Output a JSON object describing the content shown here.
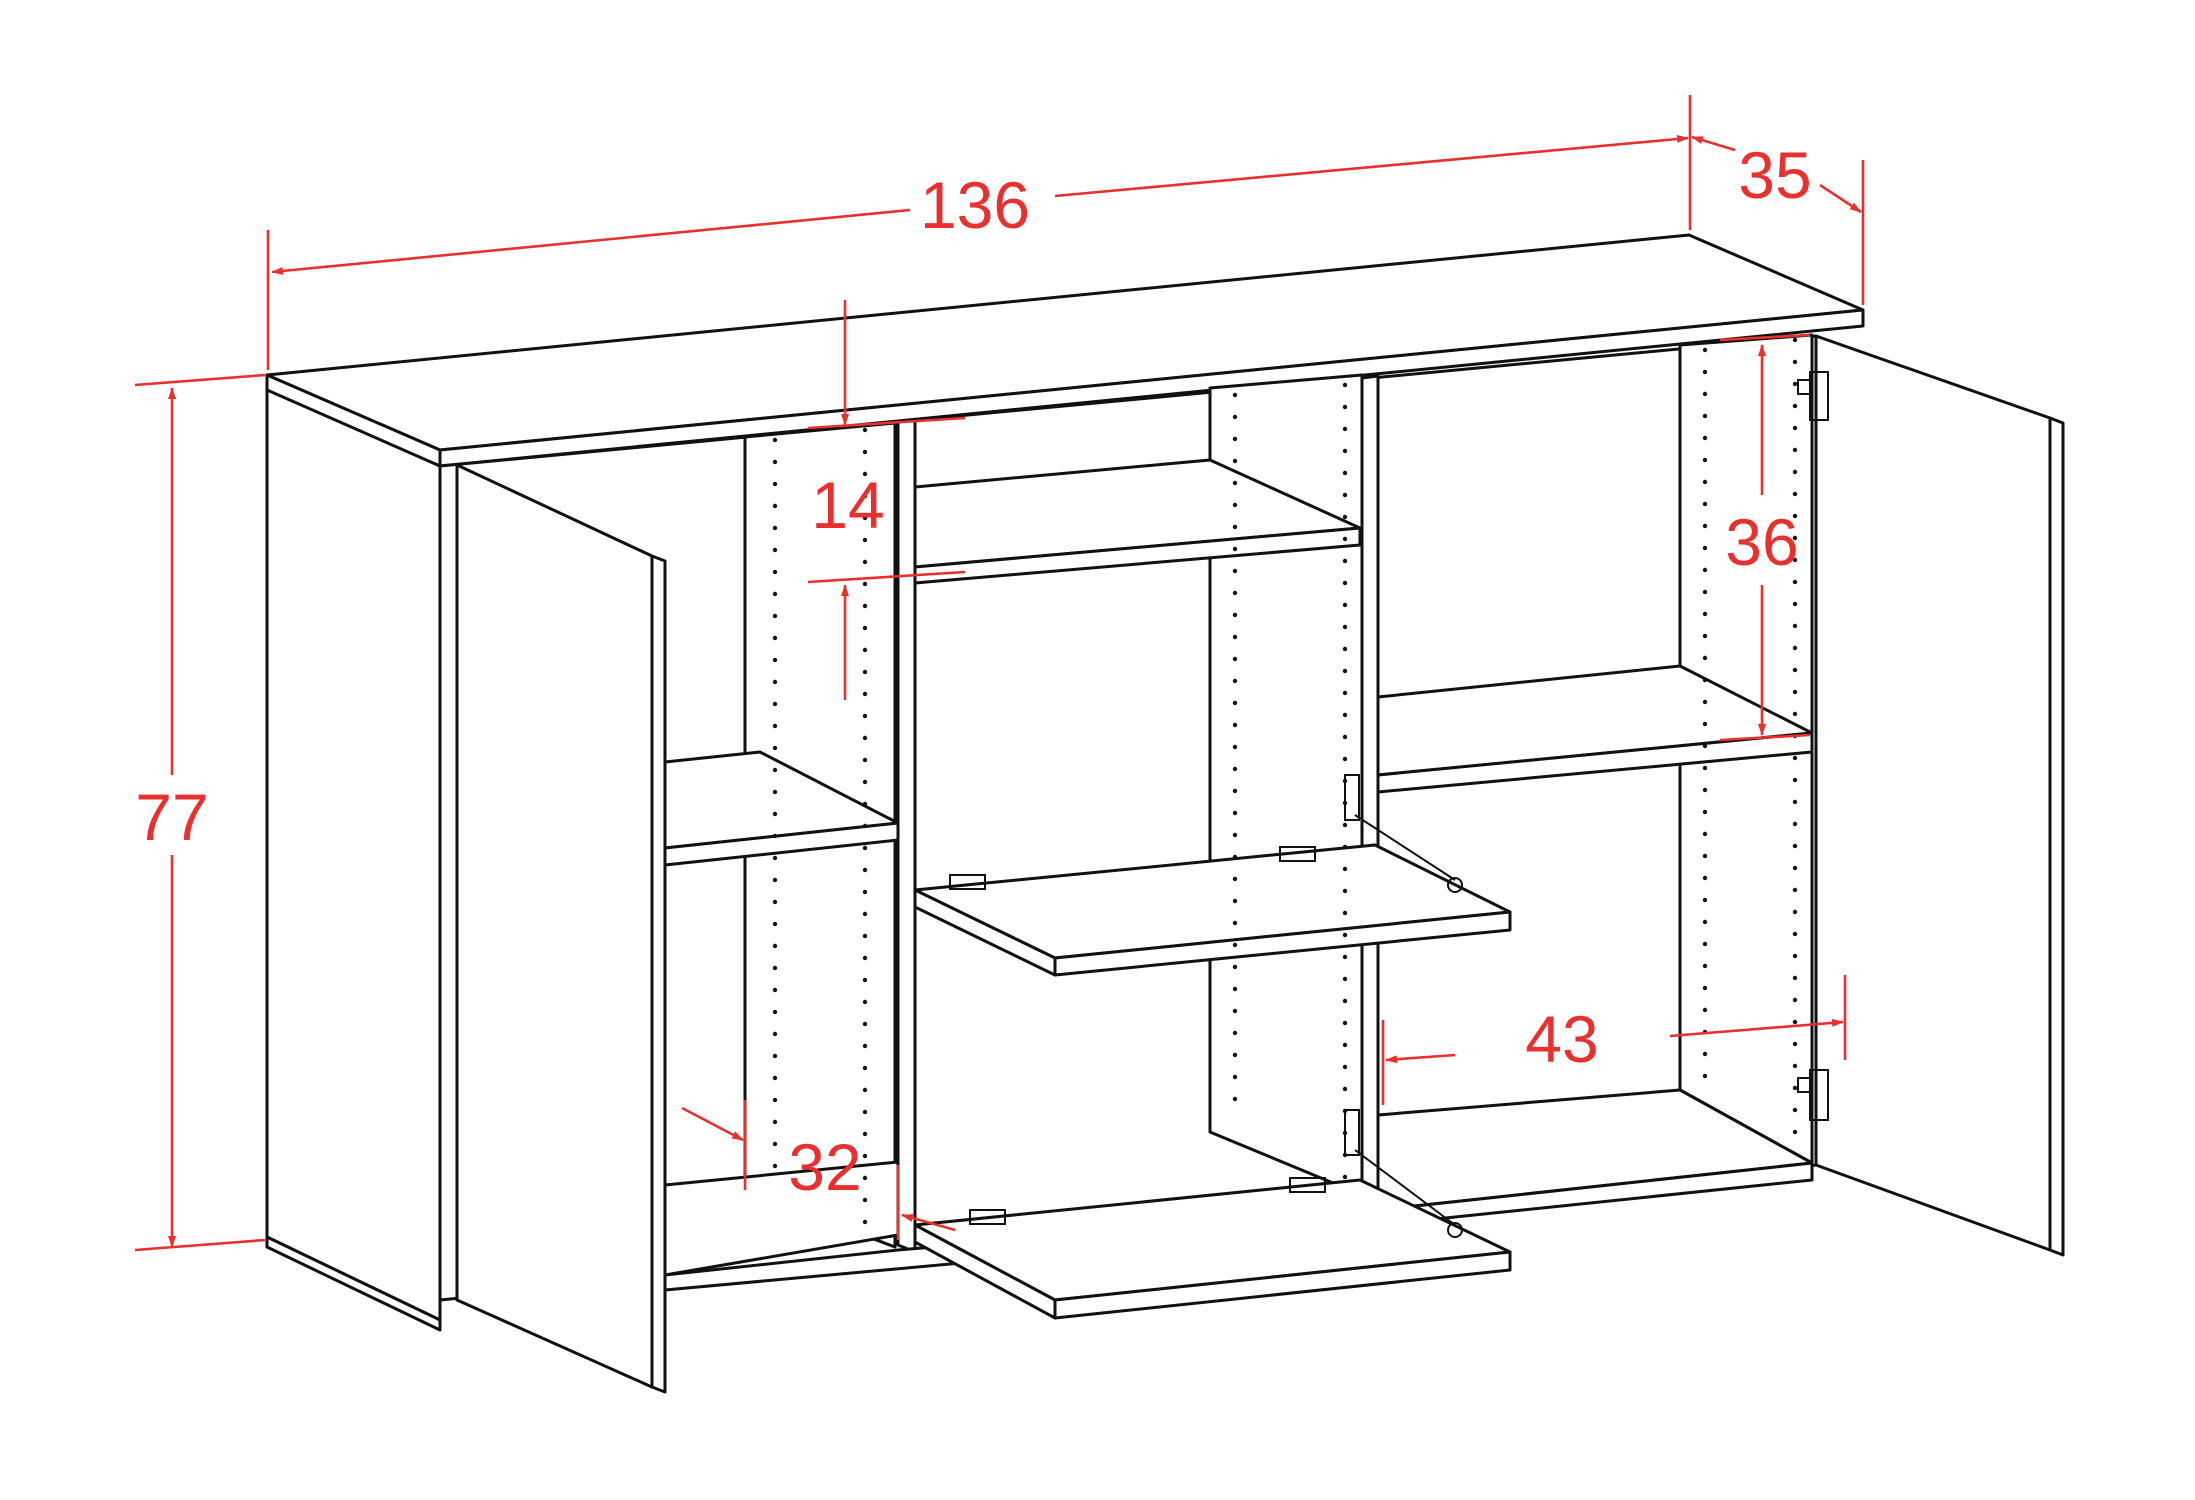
{
  "colors": {
    "dimension": "#e8312f",
    "outline": "#111111",
    "background": "#ffffff"
  },
  "dimensions": {
    "width": "136",
    "depth": "35",
    "height": "77",
    "shelf_gap": "14",
    "compartment_height": "36",
    "compartment_depth": "43",
    "inner_depth": "32"
  }
}
